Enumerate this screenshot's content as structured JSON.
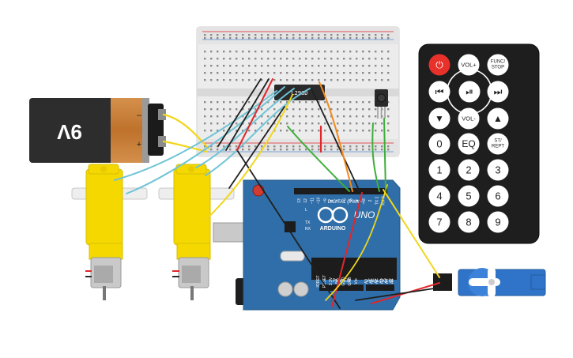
{
  "battery": {
    "label": "9V",
    "minus": "–",
    "plus": "+"
  },
  "ic": {
    "label": "L293D"
  },
  "arduino": {
    "logo": "ARDUINO",
    "uno": "UNO",
    "digital": "DIGITAL (PWM~)",
    "analog": "ANALOG IN",
    "power": "POWER",
    "tx": "TX",
    "rx": "RX",
    "l": "L",
    "aref": "AREF",
    "gnd": "GND",
    "pins_top": [
      "13",
      "12",
      "~11",
      "~10",
      "~9",
      "8",
      "7",
      "~6",
      "~5",
      "4",
      "~3",
      "2",
      "TX 1",
      "RX 0"
    ],
    "pins_power": [
      "IOREF",
      "RESET",
      "3.3V",
      "5V",
      "GND",
      "GND",
      "Vin"
    ],
    "pins_analog": [
      "A0",
      "A1",
      "A2",
      "A3",
      "A4",
      "A5"
    ]
  },
  "remote": {
    "buttons": [
      {
        "label": "⏻",
        "name": "power-button",
        "color": "#e8312a",
        "text_color": "#ffffff"
      },
      {
        "label": "VOL+",
        "name": "vol-up-button"
      },
      {
        "label": "FUNC/\nSTOP",
        "name": "func-stop-button"
      },
      {
        "label": "⏮",
        "name": "prev-button"
      },
      {
        "label": "⏯",
        "name": "play-pause-button"
      },
      {
        "label": "⏭",
        "name": "next-button"
      },
      {
        "label": "▼",
        "name": "down-button"
      },
      {
        "label": "VOL-",
        "name": "vol-down-button"
      },
      {
        "label": "▲",
        "name": "up-button"
      },
      {
        "label": "0",
        "name": "digit-0-button"
      },
      {
        "label": "EQ",
        "name": "eq-button"
      },
      {
        "label": "ST/\nREPT",
        "name": "st-rept-button"
      },
      {
        "label": "1",
        "name": "digit-1-button"
      },
      {
        "label": "2",
        "name": "digit-2-button"
      },
      {
        "label": "3",
        "name": "digit-3-button"
      },
      {
        "label": "4",
        "name": "digit-4-button"
      },
      {
        "label": "5",
        "name": "digit-5-button"
      },
      {
        "label": "6",
        "name": "digit-6-button"
      },
      {
        "label": "7",
        "name": "digit-7-button"
      },
      {
        "label": "8",
        "name": "digit-8-button"
      },
      {
        "label": "9",
        "name": "digit-9-button"
      }
    ]
  },
  "colors": {
    "board": "#2f6ea8",
    "board_dark": "#24598a",
    "motor": "#f4d800",
    "breadboard": "#e8e8e8",
    "remote": "#1e1e1e",
    "wire_red": "#e2262b",
    "wire_black": "#202020",
    "wire_yellow": "#f2d61c",
    "wire_cyan": "#6fc4d6",
    "wire_green": "#3fae3b",
    "wire_orange": "#f08a1c",
    "servo": "#2f74c9"
  }
}
